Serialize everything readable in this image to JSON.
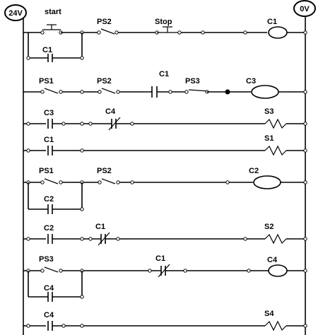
{
  "rails": {
    "left_label": "24V",
    "right_label": "0V"
  },
  "start_label": "start",
  "rungs": [
    {
      "labels": [
        "PS2",
        "Stop",
        "C1"
      ],
      "branch_label": "C1"
    },
    {
      "labels": [
        "PS1",
        "PS2",
        "C1",
        "PS3",
        "C3"
      ]
    },
    {
      "labels": [
        "C3",
        "C4",
        "S3"
      ]
    },
    {
      "labels": [
        "C1",
        "S1"
      ]
    },
    {
      "labels": [
        "PS1",
        "PS2",
        "C2"
      ],
      "branch_label": "C2"
    },
    {
      "labels": [
        "C2",
        "C1",
        "S2"
      ]
    },
    {
      "labels": [
        "PS3",
        "C1",
        "C4"
      ],
      "branch_label": "C4"
    },
    {
      "labels": [
        "C4",
        "S4"
      ]
    }
  ]
}
